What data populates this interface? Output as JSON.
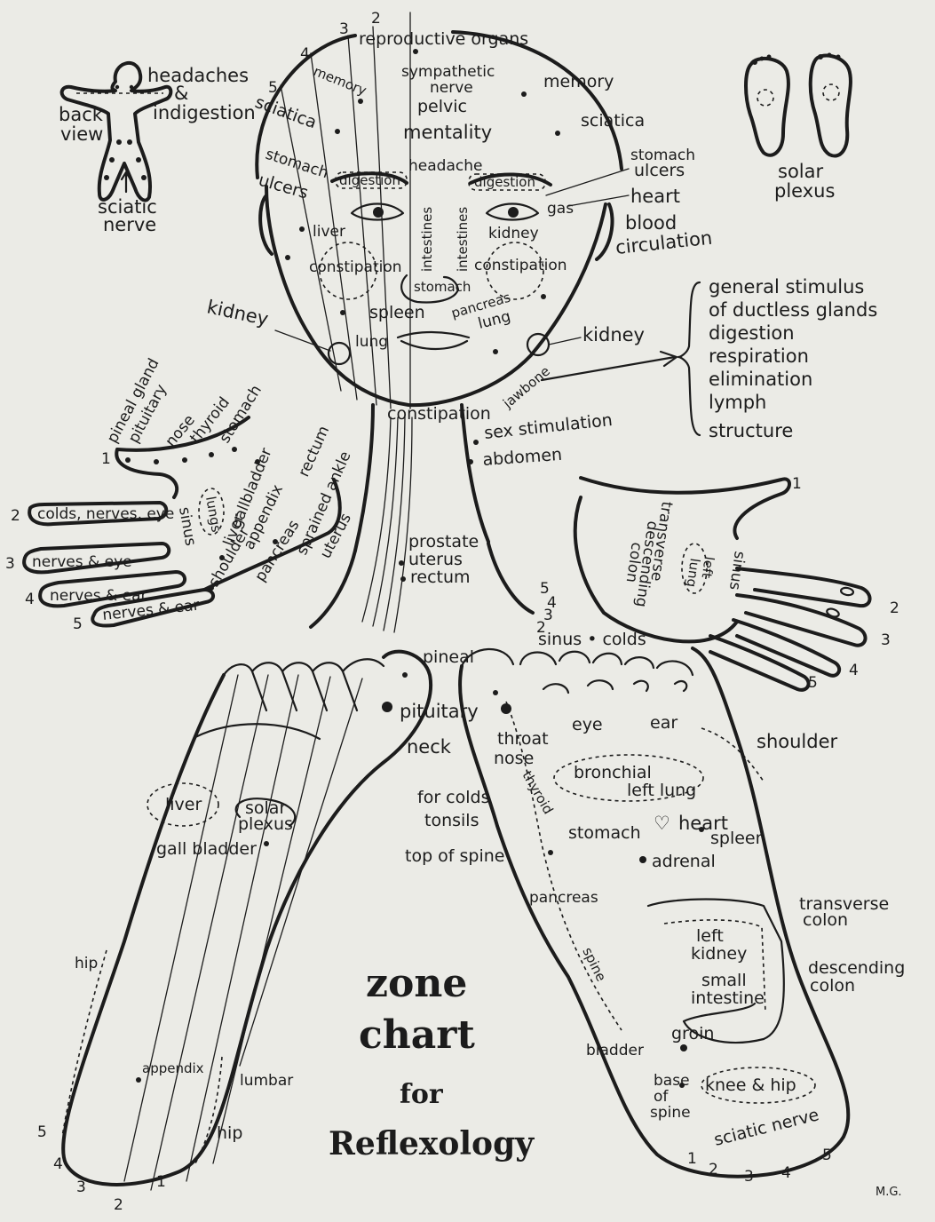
{
  "title": {
    "line1": "zone",
    "line2": "chart",
    "line3": "for",
    "line4": "Reflexology"
  },
  "signature": "M.G.",
  "figure": {
    "labels": [
      "headaches",
      "&",
      "indigestion",
      "back",
      "view",
      "sciatic",
      "nerve"
    ]
  },
  "solar_feet": {
    "labels": [
      "solar",
      "plexus"
    ]
  },
  "face": {
    "labels": {
      "reproductive": "reproductive organs",
      "sympathetic": "sympathetic",
      "nerve": "nerve",
      "pelvic": "pelvic",
      "mentality": "mentality",
      "memory_left": "memory",
      "memory_right": "memory",
      "sciatica_left": "sciatica",
      "sciatica_right": "sciatica",
      "stomach_left": "stomach",
      "ulcers_left": "ulcers",
      "stomach_right": "stomach",
      "ulcers_right": "ulcers",
      "headache": "headache",
      "digestion_left": "digestion",
      "digestion_right": "digestion",
      "heart": "heart",
      "gas": "gas",
      "blood": "blood",
      "circulation": "circulation",
      "liver": "liver",
      "kidney_face": "kidney",
      "intestines_left": "intestines",
      "intestines_right": "intestines",
      "constipation_left": "constipation",
      "constipation_right": "constipation",
      "stomach_nose": "stomach",
      "spleen": "spleen",
      "pancreas": "pancreas",
      "lung_left": "lung",
      "lung_right": "lung",
      "kidney_left": "kidney",
      "kidney_right": "kidney",
      "jawbone": "jawbone",
      "constipation_chin": "constipation",
      "sex_stimulation": "sex stimulation",
      "abdomen": "abdomen",
      "prostate": "prostate",
      "uterus": "uterus",
      "rectum": "rectum"
    },
    "zone_numbers": [
      "2",
      "3",
      "4",
      "5"
    ]
  },
  "jawbone_list": [
    "general stimulus",
    "of ductless glands",
    "digestion",
    "respiration",
    "elimination",
    "lymph",
    "structure"
  ],
  "left_hand": {
    "labels": {
      "pineal": "pineal gland",
      "pituitary": "pituitary",
      "nose": "nose",
      "thyroid": "thyroid",
      "stomach": "stomach",
      "gallbladder": "gallbladder",
      "rectum": "rectum",
      "appendix": "appendix",
      "liver": "liver",
      "lungs": "lungs",
      "sinus": "sinus",
      "shoulder": "shoulder",
      "pancreas": "pancreas",
      "sprained_ankle": "sprained ankle",
      "uterus": "uterus",
      "colds": "colds, nerves, eye",
      "nerves_eye": "nerves & eye",
      "nerves_ear": "nerves & ear",
      "nerves_ear2": "nerves & ear"
    },
    "zone_numbers": [
      "1",
      "2",
      "3",
      "4",
      "5"
    ]
  },
  "right_hand": {
    "labels": {
      "transverse": "transverse",
      "descending": "descending",
      "colon": "colon",
      "left": "left",
      "lung": "lung",
      "sinus": "sinus"
    },
    "zone_numbers": [
      "1",
      "2",
      "3",
      "4",
      "5"
    ]
  },
  "throat_zone_numbers": [
    "5",
    "4",
    "3",
    "2"
  ],
  "left_foot": {
    "labels": {
      "pineal": "pineal",
      "pituitary": "pituitary",
      "neck": "neck",
      "liver": "liver",
      "solar": "solar",
      "plexus": "plexus",
      "gall_bladder": "gall bladder",
      "hip_top": "hip",
      "appendix": "appendix",
      "lumbar": "lumbar",
      "hip_bottom": "hip"
    },
    "zone_numbers": [
      "5",
      "4",
      "3",
      "2",
      "1"
    ]
  },
  "right_foot": {
    "labels": {
      "sinus_colds": "sinus • colds",
      "eye": "eye",
      "ear": "ear",
      "throat": "throat",
      "nose": "nose",
      "thyroid": "thyroid",
      "shoulder": "shoulder",
      "bronchial": "bronchial",
      "left_lung": "left lung",
      "for_colds": "for colds",
      "tonsils": "tonsils",
      "stomach": "stomach",
      "heart": "heart",
      "spleen": "spleen",
      "adrenal": "adrenal",
      "top_of_spine": "top of spine",
      "pancreas": "pancreas",
      "transverse": "transverse",
      "colon_t": "colon",
      "left": "left",
      "kidney": "kidney",
      "small": "small",
      "intestine": "intestine",
      "descending": "descending",
      "colon_d": "colon",
      "spine": "spine",
      "groin": "groin",
      "bladder": "bladder",
      "base": "base",
      "of": "of",
      "spine2": "spine",
      "knee_hip": "knee & hip",
      "sciatic_nerve": "sciatic nerve"
    },
    "zone_numbers": [
      "1",
      "2",
      "3",
      "4",
      "5"
    ]
  }
}
